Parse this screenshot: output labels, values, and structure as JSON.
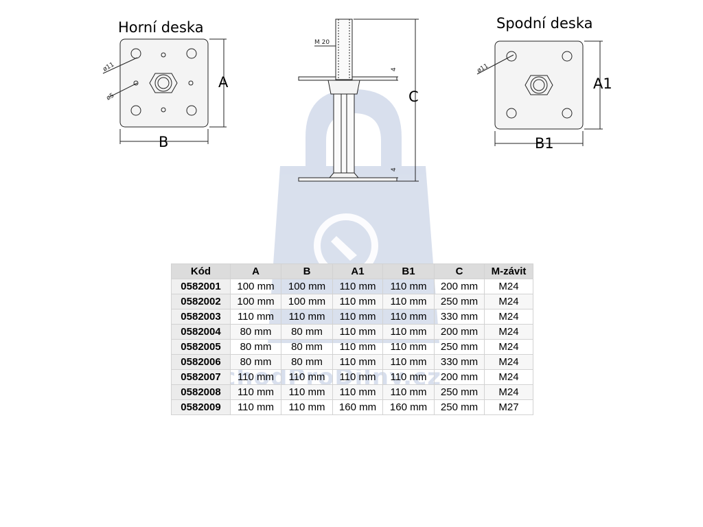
{
  "top_plate": {
    "title": "Horní deska",
    "dim_width": "B",
    "dim_height": "A",
    "hole_large": "ø11",
    "hole_small": "ø5"
  },
  "column": {
    "thread_label": "M 20",
    "plate_thickness": "4",
    "dim_height": "C"
  },
  "bottom_plate": {
    "title": "Spodní deska",
    "dim_width": "B1",
    "dim_height": "A1",
    "hole_large": "ø11"
  },
  "table": {
    "headers": [
      "Kód",
      "A",
      "B",
      "A1",
      "B1",
      "C",
      "M-závit"
    ],
    "rows": [
      [
        "0582001",
        "100 mm",
        "100 mm",
        "110 mm",
        "110 mm",
        "200 mm",
        "M24"
      ],
      [
        "0582002",
        "100 mm",
        "100 mm",
        "110 mm",
        "110 mm",
        "250 mm",
        "M24"
      ],
      [
        "0582003",
        "110 mm",
        "110 mm",
        "110 mm",
        "110 mm",
        "330 mm",
        "M24"
      ],
      [
        "0582004",
        "80 mm",
        "80 mm",
        "110 mm",
        "110 mm",
        "200 mm",
        "M24"
      ],
      [
        "0582005",
        "80 mm",
        "80 mm",
        "110 mm",
        "110 mm",
        "250 mm",
        "M24"
      ],
      [
        "0582006",
        "80 mm",
        "80 mm",
        "110 mm",
        "110 mm",
        "330 mm",
        "M24"
      ],
      [
        "0582007",
        "110 mm",
        "110 mm",
        "110 mm",
        "110 mm",
        "200 mm",
        "M24"
      ],
      [
        "0582008",
        "110 mm",
        "110 mm",
        "110 mm",
        "110 mm",
        "250 mm",
        "M24"
      ],
      [
        "0582009",
        "110 mm",
        "110 mm",
        "160 mm",
        "160 mm",
        "250 mm",
        "M27"
      ]
    ]
  },
  "watermark": {
    "text": "ObchodProDilny.cz",
    "icon": "wrench-logo-icon"
  },
  "colors": {
    "line": "#222222",
    "plate_fill": "#f4f4f4",
    "watermark": "#b9c6df",
    "table_header": "#dcdcdc"
  }
}
